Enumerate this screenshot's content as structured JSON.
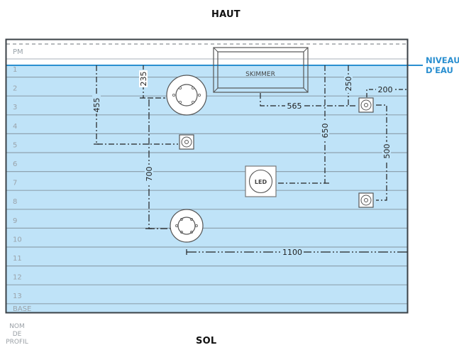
{
  "header": {
    "title": "HAUT"
  },
  "footer": {
    "title": "SOL",
    "profile_label_line1": "NOM DE",
    "profile_label_line2": "PROFIL"
  },
  "water_level": {
    "label_line1": "NIVEAU",
    "label_line2": "D'EAU",
    "color": "#2a8fd0"
  },
  "colors": {
    "water": "#bfe3f8",
    "row_line": "#8fa3b0",
    "frame": "#3b4247",
    "dimension": "#222222"
  },
  "rows": {
    "top": "PM",
    "numbered": [
      "1",
      "2",
      "3",
      "4",
      "5",
      "6",
      "7",
      "8",
      "9",
      "10",
      "11",
      "12",
      "13"
    ],
    "bottom": "BASE"
  },
  "components": {
    "skimmer": "SKIMMER",
    "led": "LED",
    "jets": [
      "jet-upper",
      "jet-lower"
    ],
    "fittings": [
      "fitting-left",
      "fitting-right-upper",
      "fitting-right-lower"
    ]
  },
  "dimensions": {
    "d455": "455",
    "d235": "235",
    "d700": "700",
    "d565": "565",
    "d650": "650",
    "d250": "250",
    "d200": "200",
    "d500": "500",
    "d1100": "1100"
  }
}
